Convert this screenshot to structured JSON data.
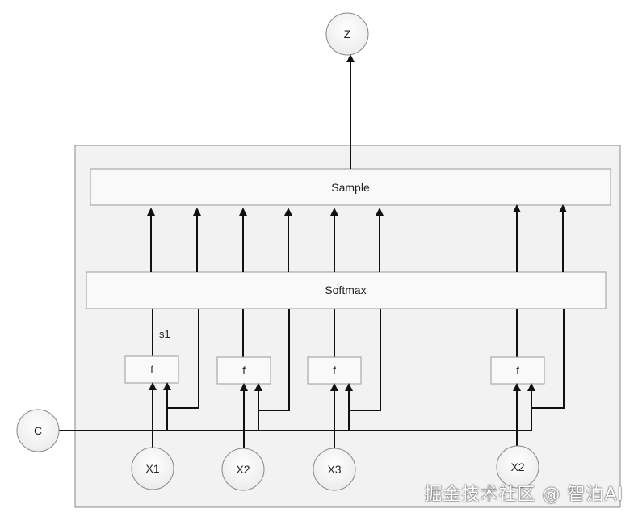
{
  "nodes": {
    "z": "Z",
    "c": "C",
    "inputs": [
      "X1",
      "X2",
      "X3",
      "X2"
    ]
  },
  "layers": {
    "sample": "Sample",
    "softmax": "Softmax"
  },
  "functions": [
    "f",
    "f",
    "f",
    "f"
  ],
  "annotations": {
    "s1": "s1"
  },
  "watermark": "掘金技术社区 @ 智泊AI",
  "colors": {
    "line": "#111111",
    "box_fill": "#f7f7f7",
    "box_stroke": "#8a8a8a",
    "container_fill": "#f2f2f2",
    "node_fill": "#f4f4f4"
  }
}
